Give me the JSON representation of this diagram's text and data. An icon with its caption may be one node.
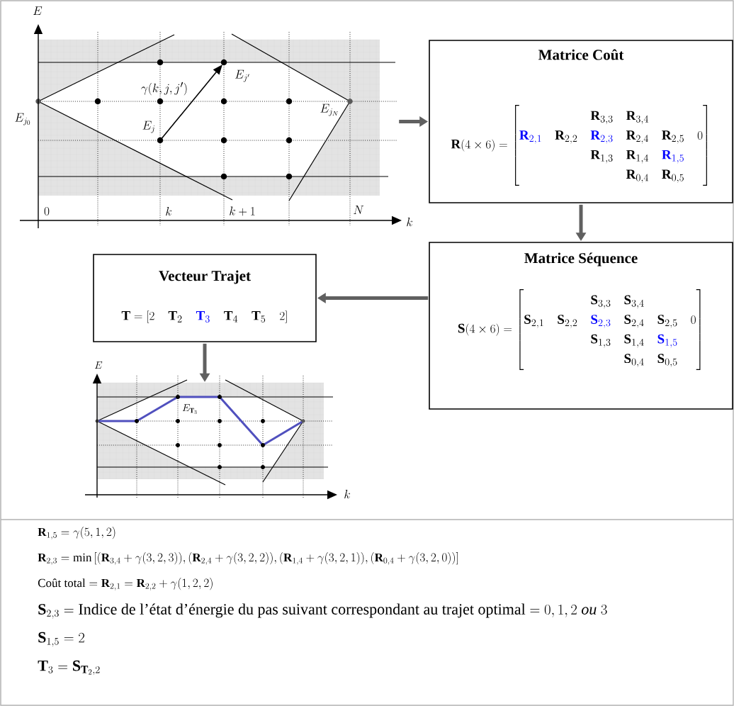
{
  "diagram": {
    "nodes": [
      {
        "text": [],
        "shape": "picture"
      },
      {
        "text": [
          "Matrice Coût",
          "\\mathbf{R}(4\\times 6)=\\begin{bmatrix} & & \\mathbf{R}_{3,3} & \\mathbf{R}_{3,4} & & \\\\ {\\color{blue}\\mathbf{R}_{2,1}} & \\mathbf{R}_{2,2} & {\\color{blue}\\mathbf{R}_{2,3}} & \\mathbf{R}_{2,4} & \\mathbf{R}_{2,5} & 0 \\\\ & & \\mathbf{R}_{1,3} & \\mathbf{R}_{1,4} & {\\color{blue}\\mathbf{R}_{1,5}} & \\\\ & & & \\mathbf{R}_{0,4} & \\mathbf{R}_{0,5} & \\end{bmatrix}"
        ]
      },
      {
        "text": [
          "Matrice Séquence",
          "\\mathbf{S}(4\\times 6)=\\begin{bmatrix} & & \\mathbf{S}_{3,3} & \\mathbf{S}_{3,4} & & \\\\ \\mathbf{S}_{2,1} & \\mathbf{S}_{2,2} & {\\color{blue}\\mathbf{S}_{2,3}} & \\mathbf{S}_{2,4} & \\mathbf{S}_{2,5} & 0 \\\\ & & \\mathbf{S}_{1,3} & \\mathbf{S}_{1,4} & {\\color{blue}\\mathbf{S}_{1,5}} & \\\\ & & & \\mathbf{S}_{0,4} & \\mathbf{S}_{0,5} & \\end{bmatrix}"
        ]
      },
      {
        "text": [
          "Vecteur Trajet",
          "\\mathbf{T}=[2\\quad \\mathbf{T}_2\\quad {\\color{blue}\\mathbf{T}_3}\\quad \\mathbf{T}_4\\quad \\mathbf{T}_5\\quad 2]"
        ]
      },
      {
        "text": [],
        "shape": "picture"
      }
    ],
    "edges": [
      {
        "from": 0,
        "to": 1,
        "arrow": "to"
      },
      {
        "from": 1,
        "to": 2,
        "arrow": "to"
      },
      {
        "from": 2,
        "to": 3,
        "arrow": "to"
      },
      {
        "from": 3,
        "to": 4,
        "arrow": "to"
      }
    ],
    "labels": [
      "E",
      "E_{j_0}",
      "\\gamma(k,j,j')",
      "E_{j'}",
      "E_j",
      "E_{j_N}",
      "0",
      "k",
      "k+1",
      "N",
      "k",
      "E",
      "E_{\\mathbf{T}_3}",
      "k",
      "\\mathbf{R}_{1,5}=\\gamma(5,1,2)",
      "\\mathbf{R}_{2,3}=\\min\\left[(\\mathbf{R}_{3,4}+\\gamma(3,2,3)),(\\mathbf{R}_{2,4}+\\gamma(3,2,2)),(\\mathbf{R}_{1,4}+\\gamma(3,2,1)),(\\mathbf{R}_{0,4}+\\gamma(3,2,0))\\right]",
      "\\text{Coût total}=\\mathbf{R}_{2,1}=\\mathbf{R}_{2,2}+\\gamma(1,2,2)",
      "\\mathbf{S}_{2,3}=\\text{Indice de l’état d’énergie du pas suivant correspondant au trajet optimal}=0,1,2\\ \\mathit{ou}\\ 3",
      "\\mathbf{S}_{1,5}=2",
      "\\mathbf{T}_3=\\mathbf{S}_{\\mathbf{T}_2,2}"
    ]
  }
}
